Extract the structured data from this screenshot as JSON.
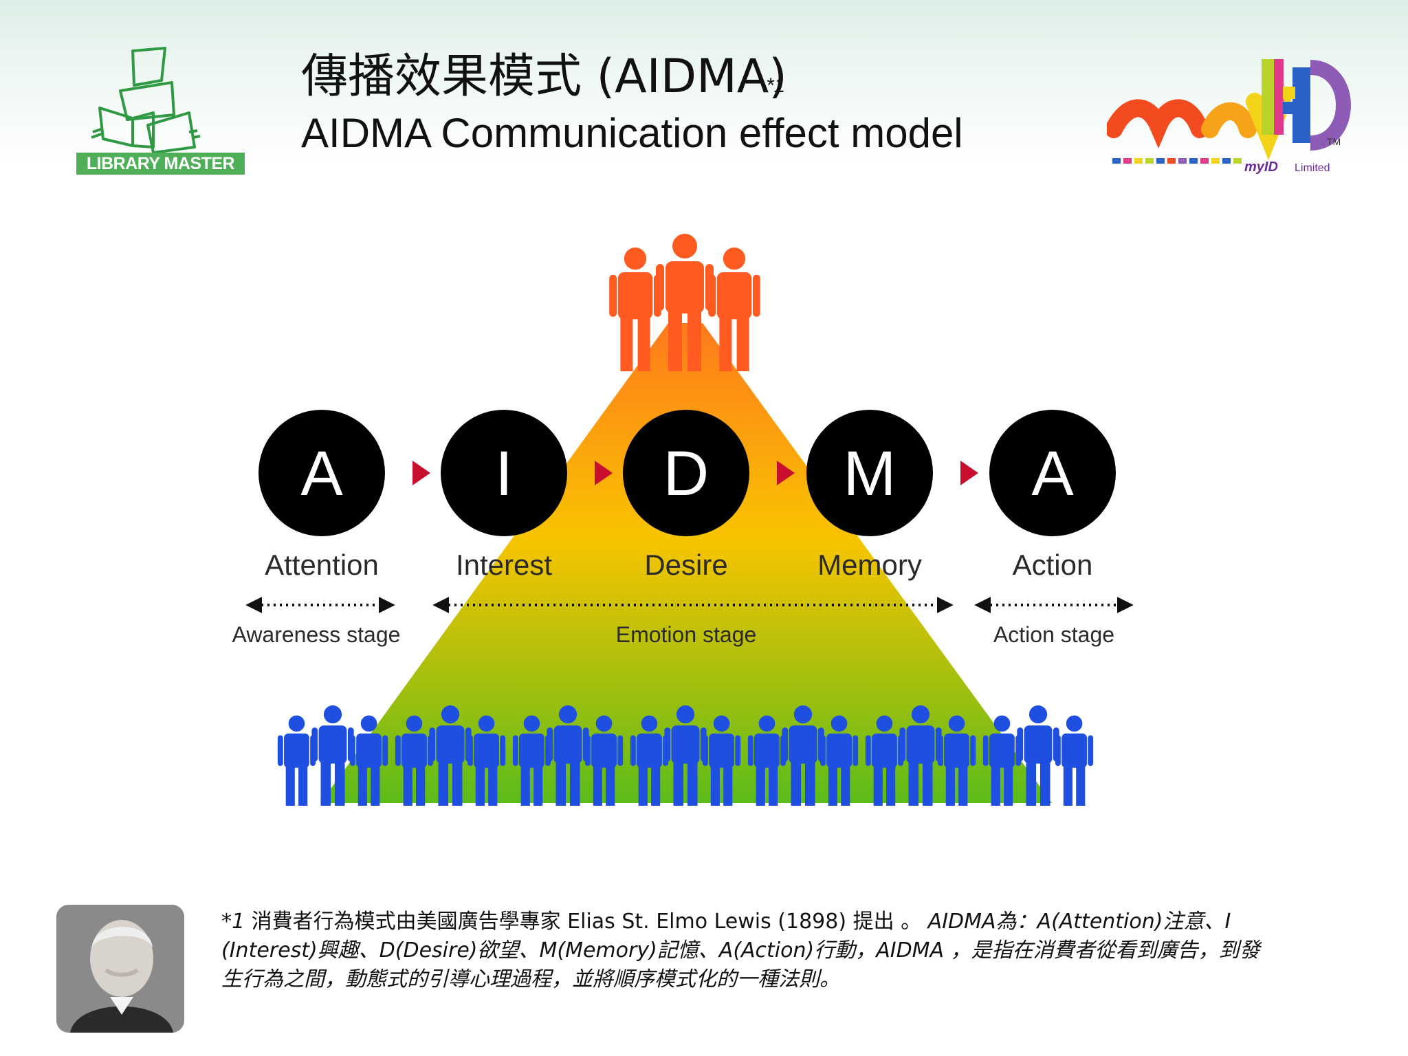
{
  "header": {
    "title_zh": "傳播效果模式 (AIDMA)",
    "title_note": "*1",
    "title_en": "AIDMA Communication effect model",
    "left_logo": {
      "text": "LIBRARY MASTER",
      "icon": "books-stack-icon",
      "color": "#4fae58"
    },
    "right_logo": {
      "text": "myID Limited",
      "brand": "myID",
      "suffix": "Limited",
      "tm": "TM",
      "icon": "myid-logo-icon"
    }
  },
  "diagram": {
    "steps": [
      {
        "letter": "A",
        "label": "Attention"
      },
      {
        "letter": "I",
        "label": "Interest"
      },
      {
        "letter": "D",
        "label": "Desire"
      },
      {
        "letter": "M",
        "label": "Memory"
      },
      {
        "letter": "A",
        "label": "Action"
      }
    ],
    "stages": [
      {
        "label": "Awareness stage"
      },
      {
        "label": "Emotion stage"
      },
      {
        "label": "Action stage"
      }
    ],
    "colors": {
      "circle": "#000000",
      "arrow": "#c8102e",
      "top_people": "#ff5a1f",
      "bottom_people": "#1f4fe0",
      "pyramid_top": "#ff7a1c",
      "pyramid_mid": "#f8c400",
      "pyramid_bottom": "#5cbc1a"
    },
    "people_groups_bottom": 7
  },
  "footer": {
    "portrait_icon": "portrait-photo-icon",
    "note_lead": "*1",
    "note_zh1": " 消費者行為模式由美國廣告學專家 Elias St. Elmo Lewis (1898) 提出 。 ",
    "note_italic": "AIDMA為：A(Attention)注意、I (Interest)興趣、D(Desire)欲望、M(Memory)記憶、A(Action)行動，AIDMA ，是指在消費者從看到廣告，到發生行為之間，動態式的引導心理過程，並將順序模式化的一種法則。"
  }
}
